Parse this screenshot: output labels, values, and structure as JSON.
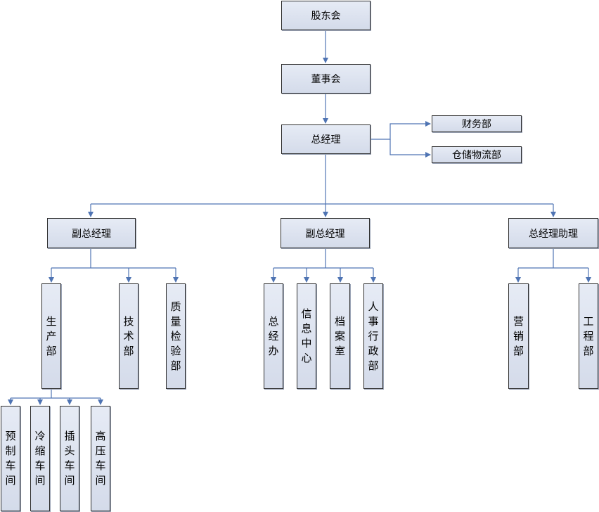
{
  "diagram": {
    "shareholders": "股东会",
    "board": "董事会",
    "gm": "总经理",
    "finance": "财务部",
    "logistics": "仓储物流部",
    "vgm1": "副总经理",
    "vgm2": "副总经理",
    "assistant": "总经理助理",
    "production": "生产部",
    "technology": "技术部",
    "quality": "质量检验部",
    "gm_office": "总经办",
    "info_center": "信息中心",
    "archives": "档案室",
    "hr_admin": "人事行政部",
    "marketing": "营销部",
    "engineering": "工程部",
    "workshop_prefab": "预制车间",
    "workshop_cold": "冷缩车间",
    "workshop_plug": "插头车间",
    "workshop_hv": "高压车间"
  },
  "colors": {
    "connector": "#4f74b3",
    "box_fill": "#dde3ef",
    "box_border": "#2e2e2e"
  }
}
